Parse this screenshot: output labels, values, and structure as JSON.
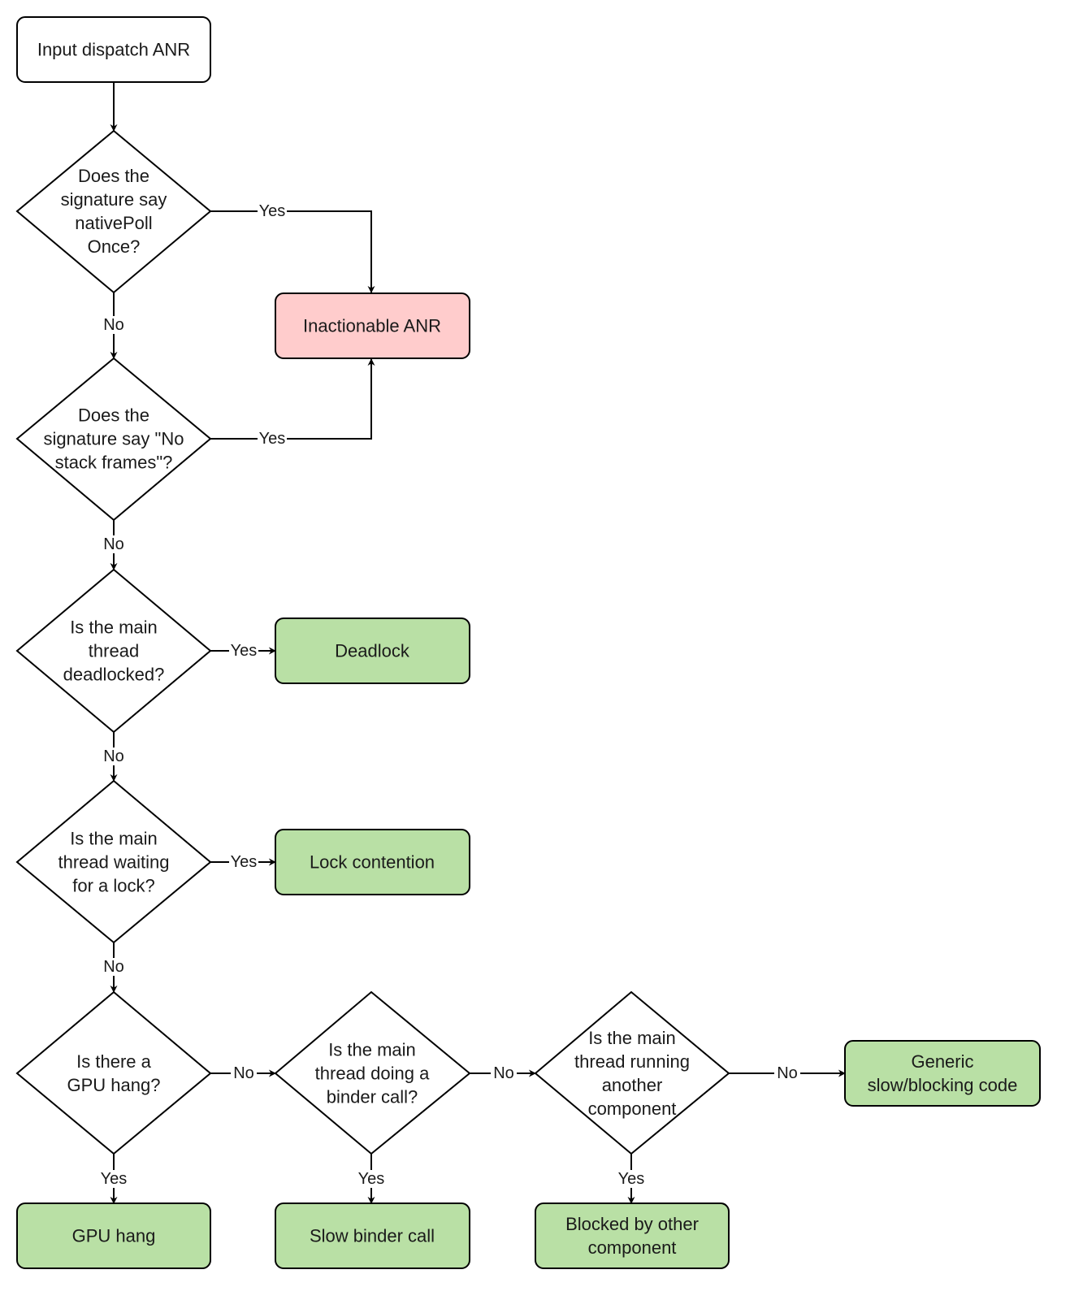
{
  "colors": {
    "start": "#ffffff",
    "decision": "#ffffff",
    "inactionable": "#ffcccc",
    "result": "#b9e0a5",
    "stroke": "#000000"
  },
  "nodes": {
    "start": {
      "lines": [
        "Input dispatch ANR"
      ]
    },
    "q_native_poll": {
      "lines": [
        "Does the",
        "signature say",
        "nativePoll",
        "Once?"
      ]
    },
    "inactionable": {
      "lines": [
        "Inactionable ANR"
      ]
    },
    "q_no_stack": {
      "lines": [
        "Does the",
        "signature say \"No",
        "stack frames\"?"
      ]
    },
    "q_deadlocked": {
      "lines": [
        "Is the main",
        "thread",
        "deadlocked?"
      ]
    },
    "deadlock": {
      "lines": [
        "Deadlock"
      ]
    },
    "q_lock_wait": {
      "lines": [
        "Is the main",
        "thread waiting",
        "for a lock?"
      ]
    },
    "lock_contention": {
      "lines": [
        "Lock contention"
      ]
    },
    "q_gpu": {
      "lines": [
        "Is there a",
        "GPU hang?"
      ]
    },
    "q_binder": {
      "lines": [
        "Is the main",
        "thread doing a",
        "binder call?"
      ]
    },
    "q_other_component": {
      "lines": [
        "Is the main",
        "thread running",
        "another",
        "component"
      ]
    },
    "generic": {
      "lines": [
        "Generic",
        "slow/blocking code"
      ]
    },
    "gpu_hang": {
      "lines": [
        "GPU hang"
      ]
    },
    "slow_binder": {
      "lines": [
        "Slow binder call"
      ]
    },
    "blocked_other": {
      "lines": [
        "Blocked by other",
        "component"
      ]
    }
  },
  "edges": {
    "native_poll_yes": "Yes",
    "native_poll_no": "No",
    "no_stack_yes": "Yes",
    "no_stack_no": "No",
    "deadlocked_yes": "Yes",
    "deadlocked_no": "No",
    "lock_wait_yes": "Yes",
    "lock_wait_no": "No",
    "gpu_no": "No",
    "gpu_yes": "Yes",
    "binder_no": "No",
    "binder_yes": "Yes",
    "other_component_no": "No",
    "other_component_yes": "Yes"
  }
}
